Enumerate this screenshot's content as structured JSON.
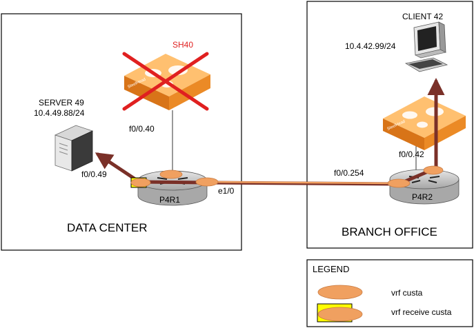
{
  "sites": {
    "data_center": {
      "label": "DATA CENTER"
    },
    "branch_office": {
      "label": "BRANCH OFFICE"
    }
  },
  "devices": {
    "server": {
      "name": "SERVER 49",
      "ip": "10.4.49.88/24"
    },
    "client": {
      "name": "CLIENT 42",
      "ip": "10.4.42.99/24"
    },
    "steelhead_dc": {
      "name": "SH40",
      "brand": "SteelHead",
      "status": "failed"
    },
    "steelhead_branch": {
      "brand": "SteelHead"
    },
    "router_dc": {
      "name": "P4R1"
    },
    "router_branch": {
      "name": "P4R2"
    }
  },
  "interfaces": {
    "dc_server": "f0/0.49",
    "dc_steelhead": "f0/0.40",
    "dc_uplink": "e1/0",
    "branch_uplink": "f0/0.254",
    "branch_steelhead": "f0/0.42"
  },
  "legend": {
    "title": "LEGEND",
    "items": [
      {
        "label": "vrf custa"
      },
      {
        "label": "vrf receive custa"
      }
    ]
  },
  "colors": {
    "vrf": "#f0a060",
    "receive": "#ffff00",
    "path": "#7a3028",
    "steelhead": "#f59a30",
    "failure_x": "#e02020"
  }
}
